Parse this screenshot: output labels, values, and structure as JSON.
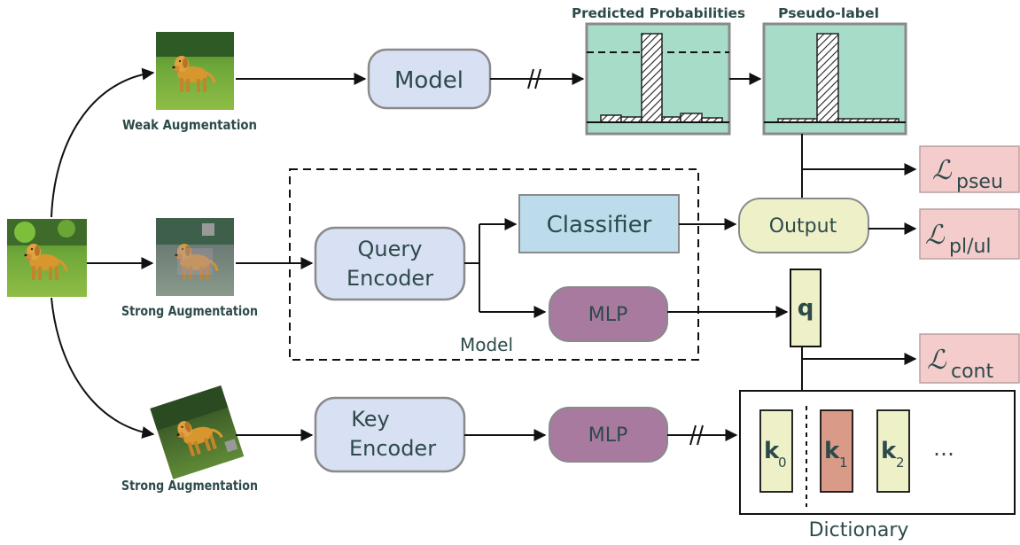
{
  "images": {
    "original": "golden-retriever-photo",
    "weak": {
      "caption": "Weak Augmentation"
    },
    "strong_top": {
      "caption": "Strong Augmentation"
    },
    "strong_bottom": {
      "caption": "Strong Augmentation"
    }
  },
  "model_top": {
    "label": "Model"
  },
  "predicted": {
    "title": "Predicted Probabilities"
  },
  "pseudo": {
    "title": "Pseudo-label"
  },
  "model_group": {
    "label": "Model"
  },
  "query_encoder": {
    "line1": "Query",
    "line2": "Encoder"
  },
  "classifier": {
    "label": "Classifier"
  },
  "mlp_top": {
    "label": "MLP"
  },
  "output": {
    "label": "Output"
  },
  "q": {
    "label": "q"
  },
  "key_encoder": {
    "line1": "Key",
    "line2": "Encoder"
  },
  "mlp_bottom": {
    "label": "MLP"
  },
  "dictionary": {
    "title": "Dictionary",
    "k0": {
      "base": "k",
      "sub": "0"
    },
    "k1": {
      "base": "k",
      "sub": "1"
    },
    "k2": {
      "base": "k",
      "sub": "2"
    },
    "ellipsis": "…"
  },
  "losses": {
    "pseu": {
      "symbol": "ℒ",
      "sub": "pseu"
    },
    "plul": {
      "symbol": "ℒ",
      "sub": "pl/ul"
    },
    "cont": {
      "symbol": "ℒ",
      "sub": "cont"
    }
  },
  "colors": {
    "model_box": "#d8e0f4",
    "classifier": "#bcdcec",
    "mlp": "#a87aa0",
    "output": "#eef0c8",
    "q_box": "#eef0c8",
    "k_light": "#eef0c8",
    "k_highlight": "#d99a88",
    "loss": "#f4cccc",
    "histogram_bg": "#a6dcc8"
  }
}
